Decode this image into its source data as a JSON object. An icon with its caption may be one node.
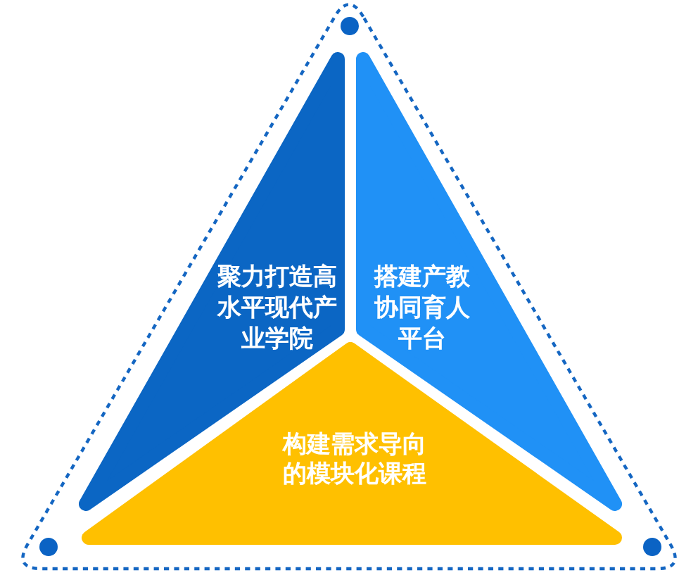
{
  "diagram": {
    "nodes": [
      {
        "text": [
          "聚力打造高水平现代产业学院"
        ]
      },
      {
        "text": [
          "搭建产教协同育人平台"
        ]
      },
      {
        "text": [
          "构建需求导向的模块化课程"
        ]
      }
    ]
  }
}
